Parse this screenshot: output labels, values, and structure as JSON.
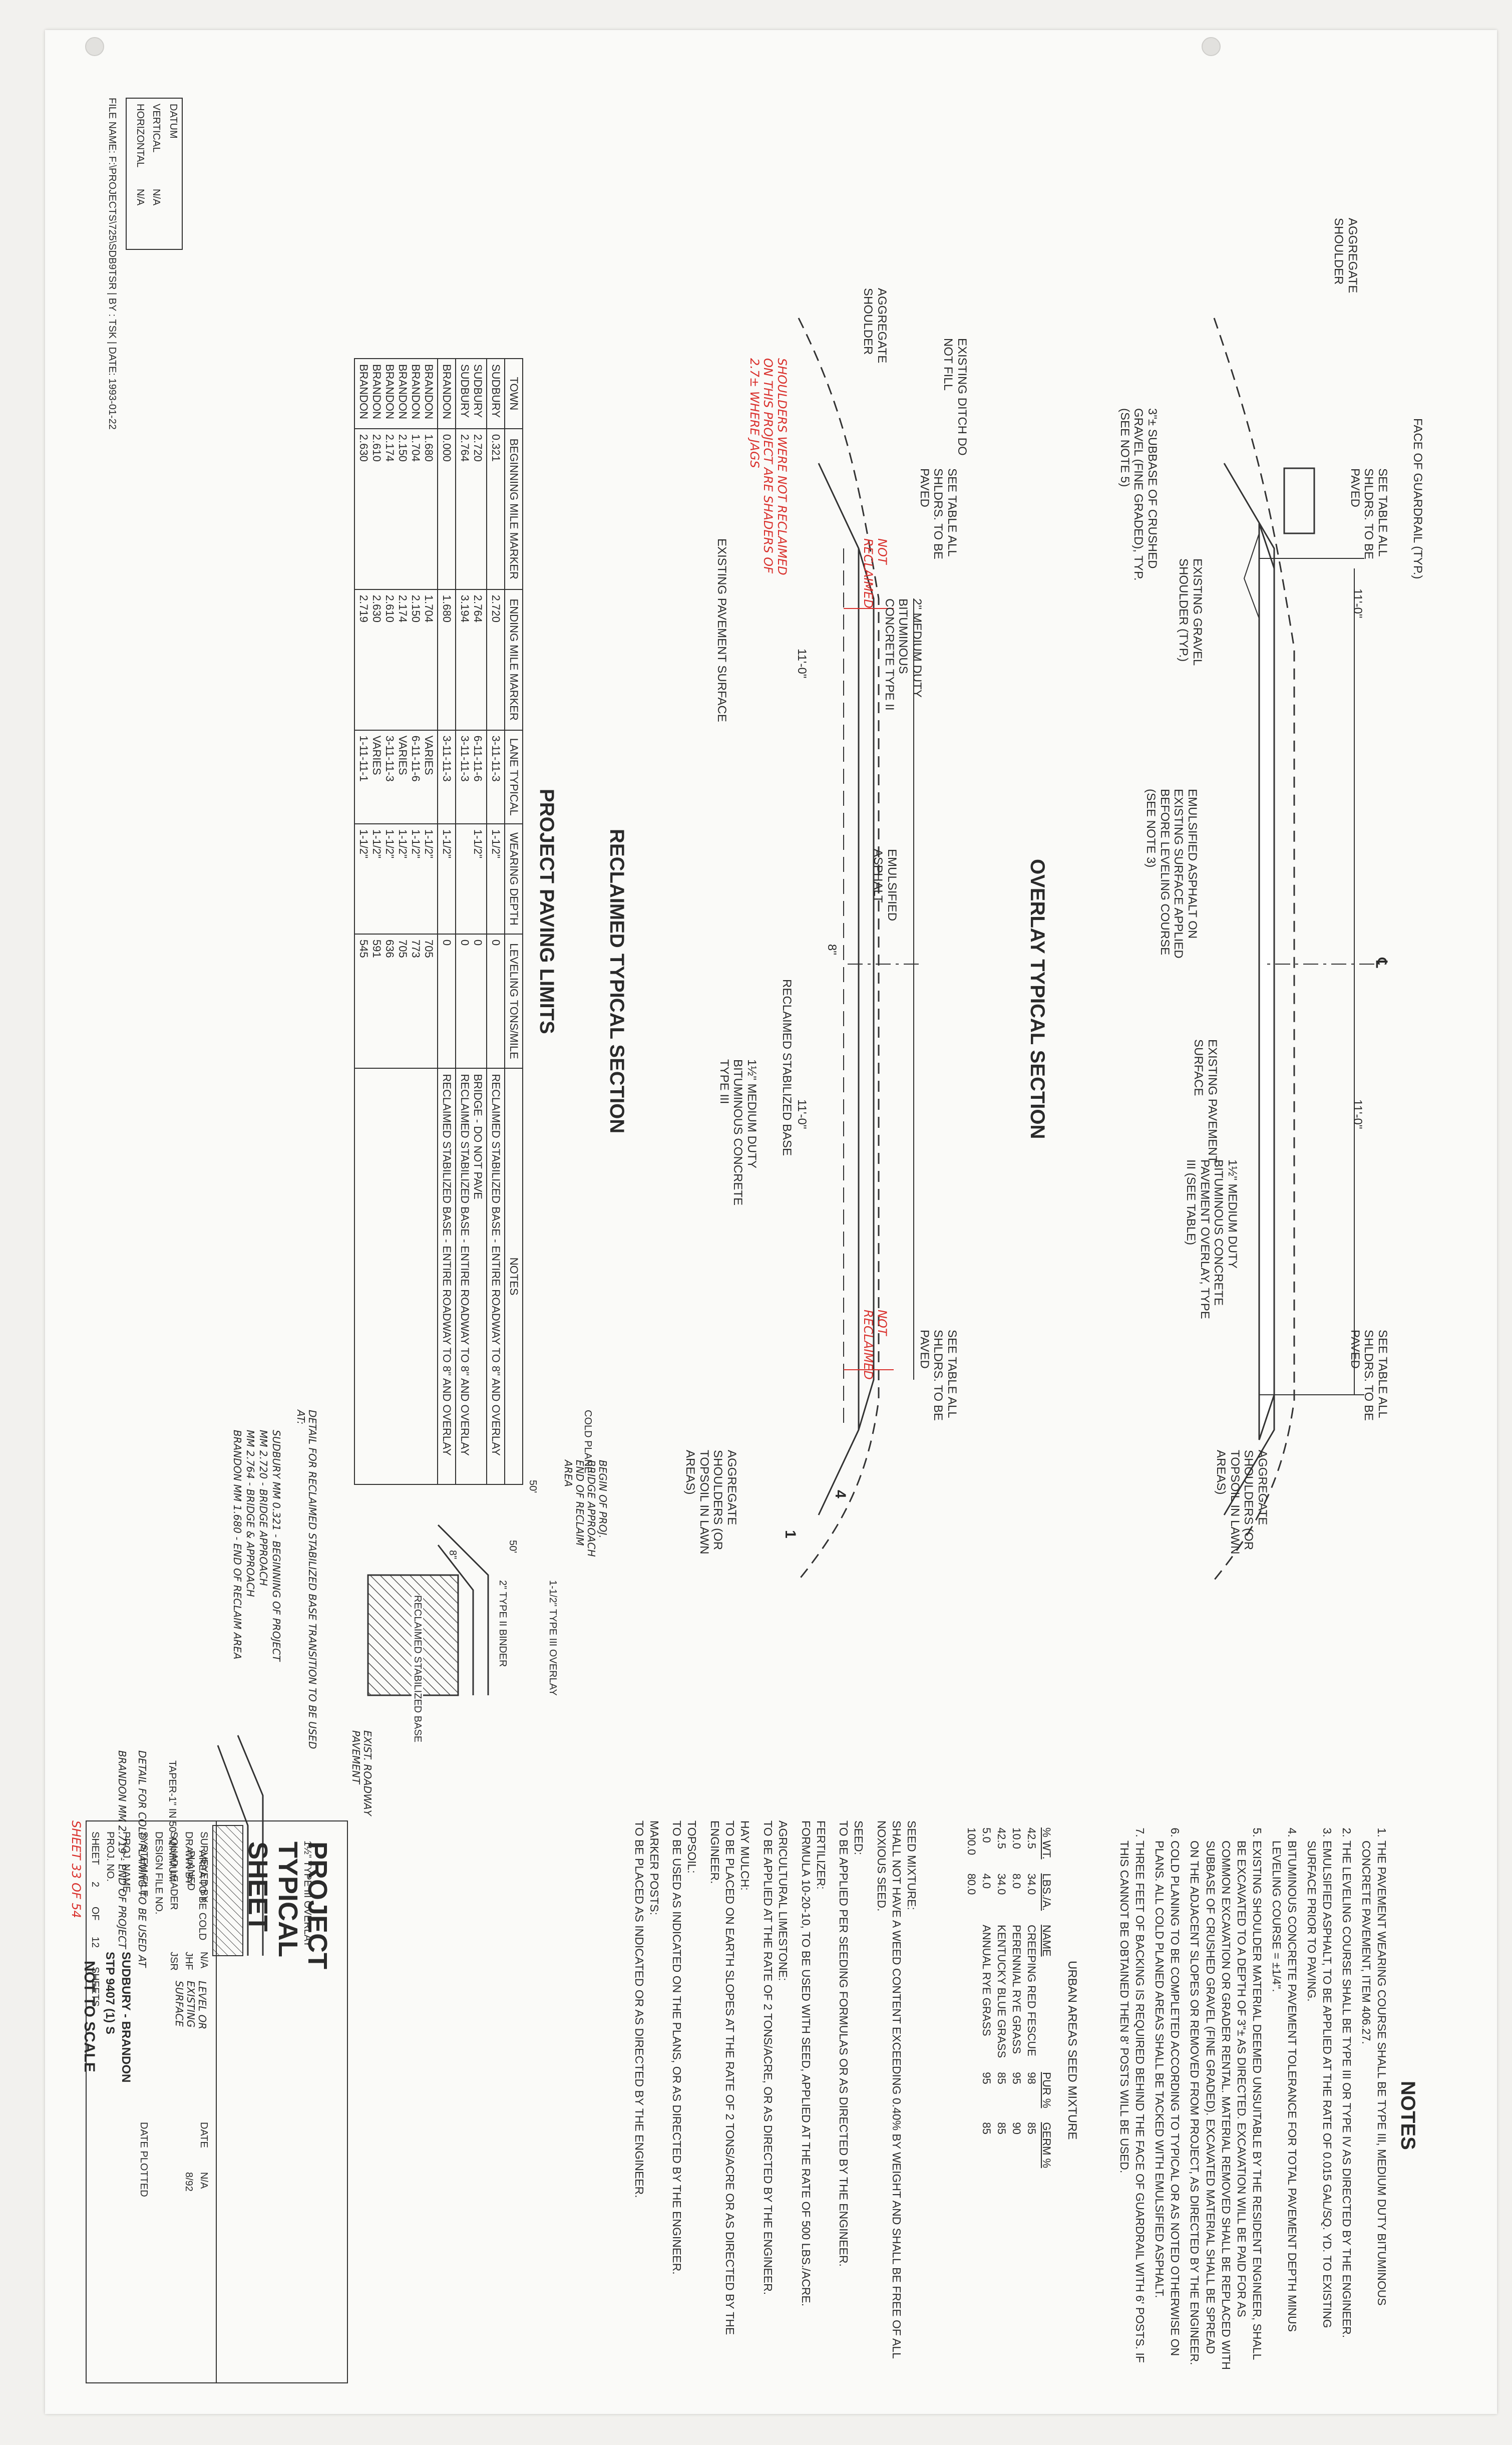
{
  "header": {
    "file_info": "FILE NAME: F:\\PROJECTS\\725\\SDB9TSR | BY : TSK | DATE: 1993-01-22"
  },
  "datum": {
    "title": "DATUM",
    "vertical_label": "VERTICAL",
    "vertical_value": "N/A",
    "horizontal_label": "HORIZONTAL",
    "horizontal_value": "N/A"
  },
  "overlay_section": {
    "title": "OVERLAY TYPICAL SECTION",
    "face_of_guardrail": "FACE OF GUARDRAIL (TYP.)",
    "aggregate_shoulder": "AGGREGATE SHOULDER",
    "see_table_left": "SEE TABLE ALL SHLDRS. TO BE PAVED",
    "see_table_right": "SEE TABLE ALL SHLDRS. TO BE PAVED",
    "subbase": "3\"± SUBBASE OF CRUSHED GRAVEL (FINE GRADED), TYP. (SEE NOTE 5)",
    "existing_gravel": "EXISTING GRAVEL SHOULDER (TYP.)",
    "emulsified": "EMULSIFIED ASPHALT ON EXISTING SURFACE APPLIED BEFORE LEVELING COURSE (SEE NOTE 3)",
    "existing_pavement": "EXISTING PAVEMENT SURFACE",
    "medium_duty": "1½\" MEDIUM DUTY BITUMINOUS CONCRETE PAVEMENT OVERLAY, TYPE III (SEE TABLE)",
    "aggregate_shoulders_right": "AGGREGATE SHOULDERS (OR TOPSOIL IN LAWN AREAS)",
    "lane_left": "11'-0\"",
    "lane_right": "11'-0\"",
    "centerline": "℄"
  },
  "reclaimed_section": {
    "title": "RECLAIMED TYPICAL SECTION",
    "existing_ditch": "EXISTING DITCH DO NOT FILL",
    "aggregate_shoulder": "AGGREGATE SHOULDER",
    "see_table_left": "SEE TABLE ALL SHLDRS. TO BE PAVED",
    "see_table_right": "SEE TABLE ALL SHLDRS. TO BE PAVED",
    "not_reclaimed_left": "NOT RECLAIMED",
    "not_reclaimed_right": "NOT RECLAIMED",
    "medium_duty_2": "2\" MEDIUM DUTY BITUMINOUS CONCRETE TYPE II",
    "emulsified": "EMULSIFIED ASPHALT",
    "existing_pavement": "EXISTING PAVEMENT SURFACE",
    "depth_8": "8\"",
    "stabilized_base": "RECLAIMED STABILIZED BASE",
    "medium_duty_15": "1½\" MEDIUM DUTY BITUMINOUS CONCRETE TYPE III",
    "aggregate_shoulders_right": "AGGREGATE SHOULDERS (OR TOPSOIL IN LAWN AREAS)",
    "lane_left": "11'-0\"",
    "lane_right": "11'-0\"",
    "slope_4": "4",
    "slope_1": "1",
    "red_note": "SHOULDERS WERE NOT RECLAIMED ON THIS PROJECT ARE SHADERS OF 2.7± WHERE JAGS"
  },
  "paving_limits": {
    "title": "PROJECT PAVING LIMITS",
    "headers": [
      "TOWN",
      "BEGINNING MILE MARKER",
      "ENDING MILE MARKER",
      "LANE TYPICAL",
      "WEARING DEPTH",
      "LEVELING TONS/MILE",
      "NOTES"
    ],
    "rows": [
      [
        "SUDBURY",
        "0.321",
        "2.720",
        "3-11-11-3",
        "1-1/2\"",
        "0",
        "RECLAIMED STABILIZED BASE - ENTIRE ROADWAY TO 8\" AND OVERLAY"
      ],
      [
        "SUDBURY\nSUDBURY",
        "2.720\n2.764",
        "2.764\n3.194",
        "6-11-11-6\n3-11-11-3",
        "1-1/2\"",
        "0\n0",
        "BRIDGE - DO NOT PAVE\nRECLAIMED STABILIZED BASE - ENTIRE ROADWAY TO 8\" AND OVERLAY"
      ],
      [
        "BRANDON",
        "0.000",
        "1.680",
        "3-11-11-3",
        "1-1/2\"",
        "0",
        "RECLAIMED STABILIZED BASE - ENTIRE ROADWAY TO 8\" AND OVERLAY"
      ],
      [
        "BRANDON\nBRANDON\nBRANDON\nBRANDON\nBRANDON\nBRANDON",
        "1.680\n1.704\n2.150\n2.174\n2.610\n2.630",
        "1.704\n2.150\n2.174\n2.610\n2.630\n2.719",
        "VARIES\n6-11-11-6\nVARIES\n3-11-11-3\nVARIES\n1-11-11-1",
        "1-1/2\"\n1-1/2\"\n1-1/2\"\n1-1/2\"\n1-1/2\"\n1-1/2\"",
        "705\n773\n705\n636\n591\n545",
        ""
      ]
    ]
  },
  "detail_reclaim": {
    "title": "DETAIL FOR RECLAIMED STABILIZED BASE TRANSITION TO BE USED AT:",
    "lines": [
      "SUDBURY MM 0.321 - BEGINNING OF PROJECT",
      "MM 2.720 - BRIDGE APPROACH",
      "MM 2.764 - BRIDGE & APPROACH",
      "BRANDON MM 1.680 - END OF RECLAIM AREA"
    ],
    "overlay_label": "1-1/2\" TYPE III OVERLAY",
    "binder_label": "2\" TYPE II BINDER",
    "base_label": "RECLAIMED STABILIZED BASE",
    "depth": "8\"",
    "dim_50": "50'",
    "dim_50b": "50'",
    "cold_plane": "COLD PLANE",
    "begin_note": "BEGIN OF PROJ. BRIDGE APPROACH END OF RECLAIM AREA"
  },
  "detail_cold": {
    "title": "DETAIL FOR COLD PLANING TO BE USED AT",
    "subtitle": "BRANDON MM 2.719 - END OF PROJECT",
    "exist_roadway": "EXIST. ROADWAY PAVEMENT",
    "area_cold": "AREA TO BE COLD PLANED",
    "overlay": "1½\" TYPE III OVERLAY",
    "taper": "TAPER-1\" IN 50' MINIMUM",
    "level": "LEVEL OR EXISTING SURFACE"
  },
  "not_to_scale": "NOT TO SCALE",
  "notes": {
    "title": "NOTES",
    "items": [
      "THE PAVEMENT WEARING COURSE SHALL BE TYPE III, MEDIUM DUTY BITUMINOUS CONCRETE PAVEMENT, ITEM 406.27.",
      "THE LEVELING COURSE SHALL BE TYPE III OR TYPE IV AS DIRECTED BY THE ENGINEER.",
      "EMULSIFIED ASPHALT, TO BE APPLIED AT THE RATE OF 0.015 GAL/SQ. YD. TO EXISTING SURFACE PRIOR TO PAVING.",
      "BITUMINOUS CONCRETE PAVEMENT TOLERANCE FOR TOTAL PAVEMENT DEPTH MINUS LEVELING COURSE = ±1/4\".",
      "EXISTING SHOULDER MATERIAL DEEMED UNSUITABLE BY THE RESIDENT ENGINEER, SHALL BE EXCAVATED TO A DEPTH OF 3\"± AS DIRECTED. EXCAVATION WILL BE PAID FOR AS COMMON EXCAVATION OR GRADER RENTAL. MATERIAL REMOVED SHALL BE REPLACED WITH SUBBASE OF CRUSHED GRAVEL (FINE GRADED). EXCAVATED MATERIAL SHALL BE SPREAD ON THE ADJACENT SLOPES OR REMOVED FROM PROJECT, AS DIRECTED BY THE ENGINEER.",
      "COLD PLANING TO BE COMPLETED ACCORDING TO TYPICAL OR AS NOTED OTHERWISE ON PLANS. ALL COLD PLANED AREAS SHALL BE TACKED WITH EMULSIFIED ASPHALT.",
      "THREE FEET OF BACKING IS REQUIRED BEHIND THE FACE OF GUARDRAIL WITH 6' POSTS. IF THIS CANNOT BE OBTAINED THEN 8' POSTS WILL BE USED."
    ]
  },
  "seed": {
    "title": "URBAN AREAS SEED MIXTURE",
    "headers": [
      "% WT.",
      "LBS./A.",
      "NAME",
      "PUR %",
      "GERM %"
    ],
    "rows": [
      [
        "42.5",
        "34.0",
        "CREEPING RED FESCUE",
        "98",
        "85"
      ],
      [
        "10.0",
        "8.0",
        "PERENNIAL RYE GRASS",
        "95",
        "90"
      ],
      [
        "42.5",
        "34.0",
        "KENTUCKY BLUE GRASS",
        "85",
        "85"
      ],
      [
        "5.0",
        "4.0",
        "ANNUAL RYE GRASS",
        "95",
        "85"
      ]
    ],
    "total_wt": "100.0",
    "total_lbs": "80.0"
  },
  "specs": [
    {
      "heading": "SEED MIXTURE:",
      "body": "SHALL NOT HAVE A WEED CONTENT EXCEEDING 0.40% BY WEIGHT AND SHALL BE FREE OF ALL NOXIOUS SEED."
    },
    {
      "heading": "SEED:",
      "body": "TO BE APPLIED PER SEEDING FORMULAS OR AS DIRECTED BY THE ENGINEER."
    },
    {
      "heading": "FERTILIZER:",
      "body": "FORMULA 10-20-10, TO BE USED WITH SEED, APPLIED AT THE RATE OF 500 LBS./ACRE."
    },
    {
      "heading": "AGRICULTURAL LIMESTONE:",
      "body": "TO BE APPLIED AT THE RATE OF 2 TONS/ACRE, OR AS DIRECTED BY THE ENGINEER."
    },
    {
      "heading": "HAY MULCH:",
      "body": "TO BE PLACED ON EARTH SLOPES AT THE RATE OF 2 TONS/ACRE OR AS DIRECTED BY THE ENGINEER."
    },
    {
      "heading": "TOPSOIL:",
      "body": "TO BE USED AS INDICATED ON THE PLANS, OR AS DIRECTED BY THE ENGINEER."
    },
    {
      "heading": "MARKER POSTS:",
      "body": "TO BE PLACED AS INDICATED OR AS DIRECTED BY THE ENGINEER."
    }
  ],
  "title_block": {
    "title": "PROJECT TYPICAL SHEET",
    "surveyed_by_label": "SURVEYED BY",
    "surveyed_by": "N/A",
    "drawn_by_label": "DRAWN BY",
    "drawn_by": "JHF",
    "squad_leader_label": "SQUAD LEADER",
    "squad_leader": "JSR",
    "design_file_label": "DESIGN FILE NO.",
    "system_file_label": "SYSTEM FILE",
    "date_label": "DATE",
    "date_surveyed": "N/A",
    "date_drawn": "8/92",
    "plotted_label": "DATE PLOTTED",
    "proj_name_label": "PROJ. NAME",
    "proj_name": "SUDBURY - BRANDON",
    "proj_no_label": "PROJ. NO.",
    "proj_no": "STP 9407 (1) S",
    "sheet_label": "SHEET",
    "sheet_no": "2",
    "of_label": "OF",
    "sheet_total": "12",
    "sheets_label": "SHEETS",
    "red_sheet": "SHEET 33 OF 54"
  }
}
